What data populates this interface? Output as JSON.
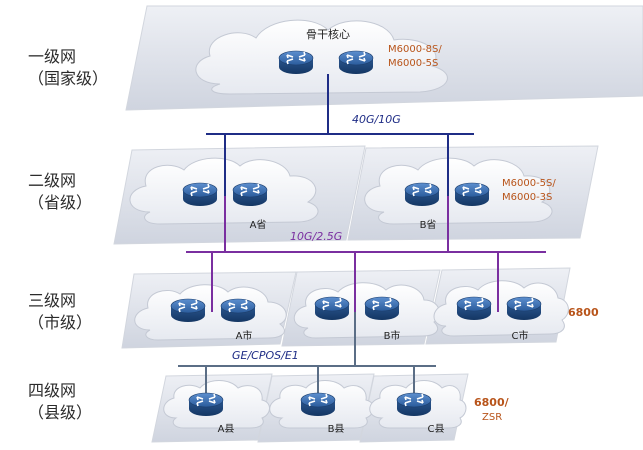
{
  "levels": [
    {
      "name": "一级网",
      "scope": "（国家级）"
    },
    {
      "name": "二级网",
      "scope": "（省级）"
    },
    {
      "name": "三级网",
      "scope": "（市级）"
    },
    {
      "name": "四级网",
      "scope": "（县级）"
    }
  ],
  "backbone": {
    "label": "骨干核心",
    "model_line1": "M6000-8S/",
    "model_line2": "M6000-5S"
  },
  "links": {
    "backbone_to_province": "40G/10G",
    "province_to_city": "10G/2.5G",
    "city_to_county": "GE/CPOS/E1"
  },
  "province": {
    "nodes": [
      "A省",
      "B省"
    ],
    "model_line1": "M6000-5S/",
    "model_line2": "M6000-3S"
  },
  "city": {
    "nodes": [
      "A市",
      "B市",
      "C市"
    ],
    "model": "6800"
  },
  "county": {
    "nodes": [
      "A县",
      "B县",
      "C县"
    ],
    "model_line1": "6800/",
    "model_line2": "ZSR"
  },
  "colors": {
    "link_blue": "#1f2d86",
    "link_purple": "#7a2fa0",
    "link_grey": "#5b6e86",
    "label_orange": "#b8541a",
    "band": "#dfe3ec",
    "router": "#2d5f9e"
  }
}
